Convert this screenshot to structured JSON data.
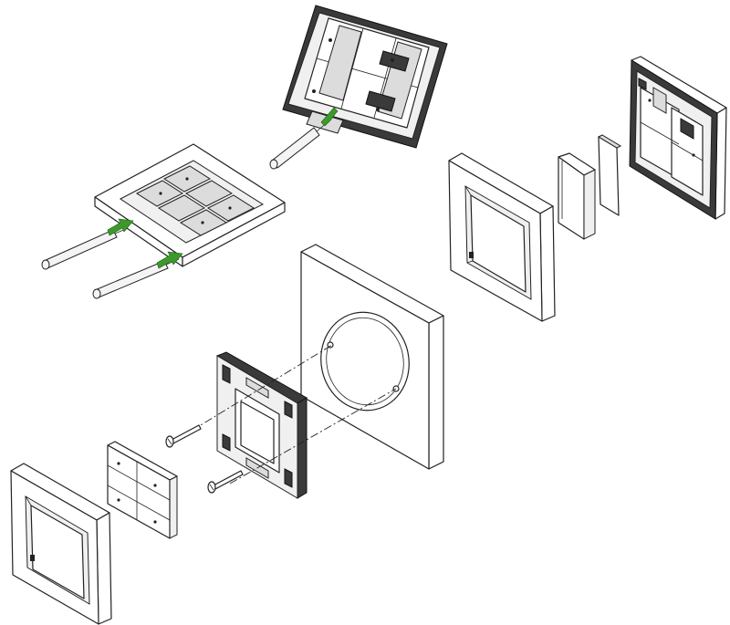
{
  "diagram": {
    "components": [
      {
        "id": "pushbutton-rear-view",
        "icon": "device-rear-icon"
      },
      {
        "id": "pushbutton-assembled-with-screwdrivers",
        "icon": "device-front-icon"
      },
      {
        "id": "cover-frame-upper",
        "icon": "frame-icon"
      },
      {
        "id": "label-strip-holder",
        "icon": "clip-icon"
      },
      {
        "id": "label-insert",
        "icon": "card-icon"
      },
      {
        "id": "pushbutton-rear-upper-right",
        "icon": "device-rear-icon"
      },
      {
        "id": "flush-box-wall-plate",
        "icon": "wall-box-icon"
      },
      {
        "id": "mounting-plate",
        "icon": "mounting-plate-icon"
      },
      {
        "id": "screw-upper",
        "icon": "screw-icon"
      },
      {
        "id": "screw-lower",
        "icon": "screw-icon"
      },
      {
        "id": "rocker-module",
        "icon": "rocker-icon"
      },
      {
        "id": "cover-frame-lower",
        "icon": "frame-icon"
      }
    ],
    "colors": {
      "line": "#222222",
      "arrow": "#3c9a2a",
      "background": "#ffffff"
    }
  }
}
